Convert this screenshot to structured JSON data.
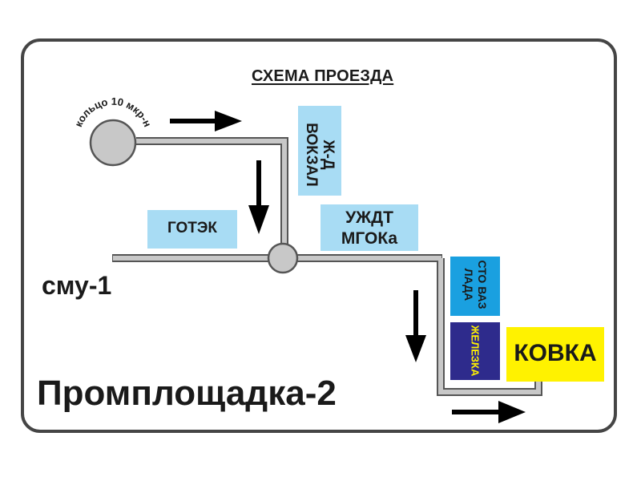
{
  "title": "СХЕМА ПРОЕЗДА",
  "labels": {
    "ring": "кольцо 10 мкр-н",
    "zhd_line1": "Ж-Д",
    "zhd_line2": "ВОКЗАЛ",
    "gotek": "ГОТЭК",
    "uzhdt_line1": "УЖДТ",
    "uzhdt_line2": "МГОКа",
    "sto_line1": "СТО ВАЗ",
    "sto_line2": "ЛАДА",
    "zheleska": "ЖЕЛЕЗКА",
    "kovka": "КОВКА",
    "smu": "сму-1",
    "promploshadka": "Промплощадка-2"
  },
  "colors": {
    "light_blue": "#a8dcf4",
    "sto_blue": "#1aa0e0",
    "navy": "#2e2b8c",
    "yellow": "#fff200",
    "road_fill": "#c8c8c8",
    "road_edge": "#555555",
    "frame": "#454545"
  }
}
